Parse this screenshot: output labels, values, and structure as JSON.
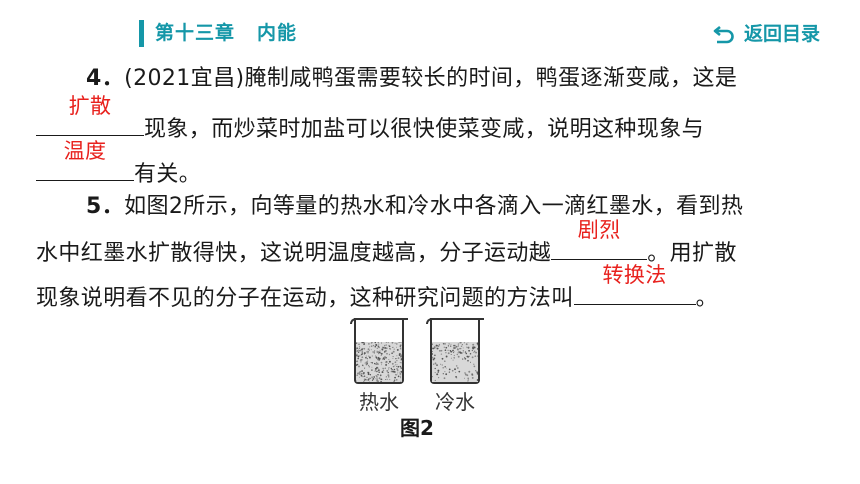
{
  "header": {
    "chapter": "第十三章",
    "section": "内能",
    "back_label": "返回目录"
  },
  "q4": {
    "number": "4．",
    "line1_text": "(2021宜昌)腌制咸鸭蛋需要较长的时间，鸭蛋逐渐变咸，这是",
    "line2_text": "现象，而炒菜时加盐可以很快使菜变咸，说明这种现象与",
    "line3_text": "有关。",
    "answer1": "扩散",
    "answer2": "温度"
  },
  "q5": {
    "number": "5．",
    "line1_text": "如图2所示，向等量的热水和冷水中各滴入一滴红墨水，看到热",
    "line2_text": "水中红墨水扩散得快，这说明温度越高，分子运动越",
    "line2_tail": "。用扩散",
    "line3_text": "现象说明看不见的分子在运动，这种研究问题的方法叫",
    "line3_tail": "。",
    "answer1": "剧烈",
    "answer2": "转换法"
  },
  "figure": {
    "label_hot": "热水",
    "label_cold": "冷水",
    "caption": "图2"
  },
  "colors": {
    "accent": "#1597a8",
    "answer": "#e8211d"
  }
}
